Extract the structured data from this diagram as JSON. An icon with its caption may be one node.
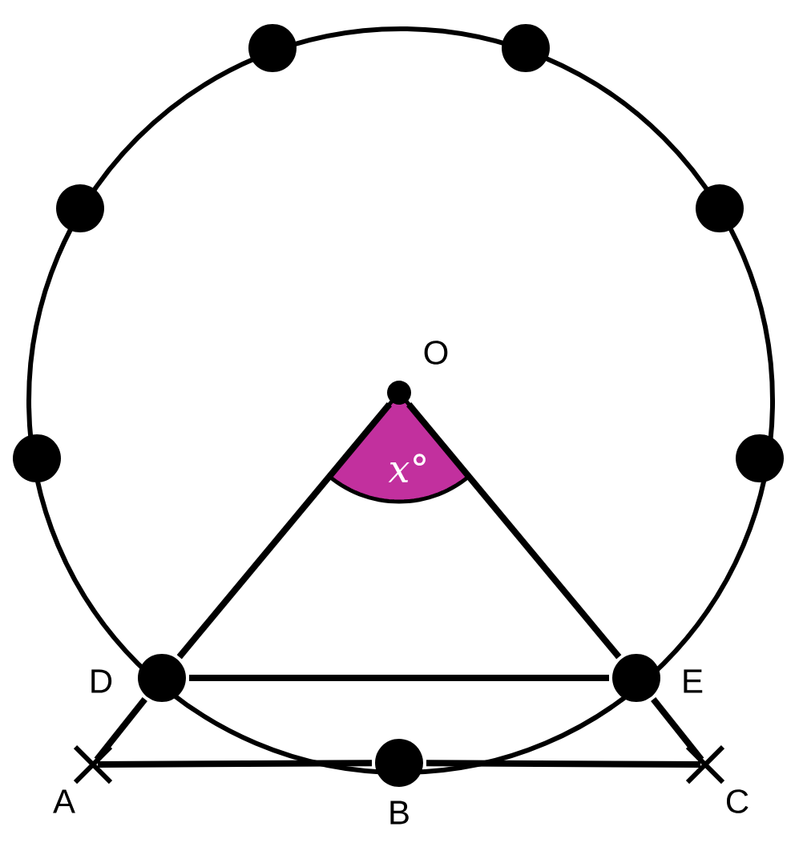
{
  "diagram": {
    "nodes": [
      {
        "text": [
          "O"
        ]
      },
      {
        "text": [
          "D"
        ]
      },
      {
        "text": [
          "E"
        ]
      },
      {
        "text": [
          "A"
        ]
      },
      {
        "text": [
          "B"
        ]
      },
      {
        "text": [
          "C"
        ]
      },
      {
        "text": [],
        "shape": "circle"
      },
      {
        "text": [],
        "shape": "circle"
      },
      {
        "text": [],
        "shape": "circle"
      },
      {
        "text": [],
        "shape": "circle"
      },
      {
        "text": [],
        "shape": "circle"
      },
      {
        "text": [],
        "shape": "circle"
      }
    ],
    "edges": [
      {
        "from": 0,
        "to": 1,
        "arrow": "none"
      },
      {
        "from": 1,
        "to": 3,
        "arrow": "none"
      },
      {
        "from": 0,
        "to": 2,
        "arrow": "none"
      },
      {
        "from": 2,
        "to": 5,
        "arrow": "none"
      },
      {
        "from": 1,
        "to": 2,
        "arrow": "none"
      },
      {
        "from": 3,
        "to": 4,
        "arrow": "none"
      },
      {
        "from": 4,
        "to": 5,
        "arrow": "none"
      }
    ],
    "labels": [
      "*x*°"
    ]
  }
}
